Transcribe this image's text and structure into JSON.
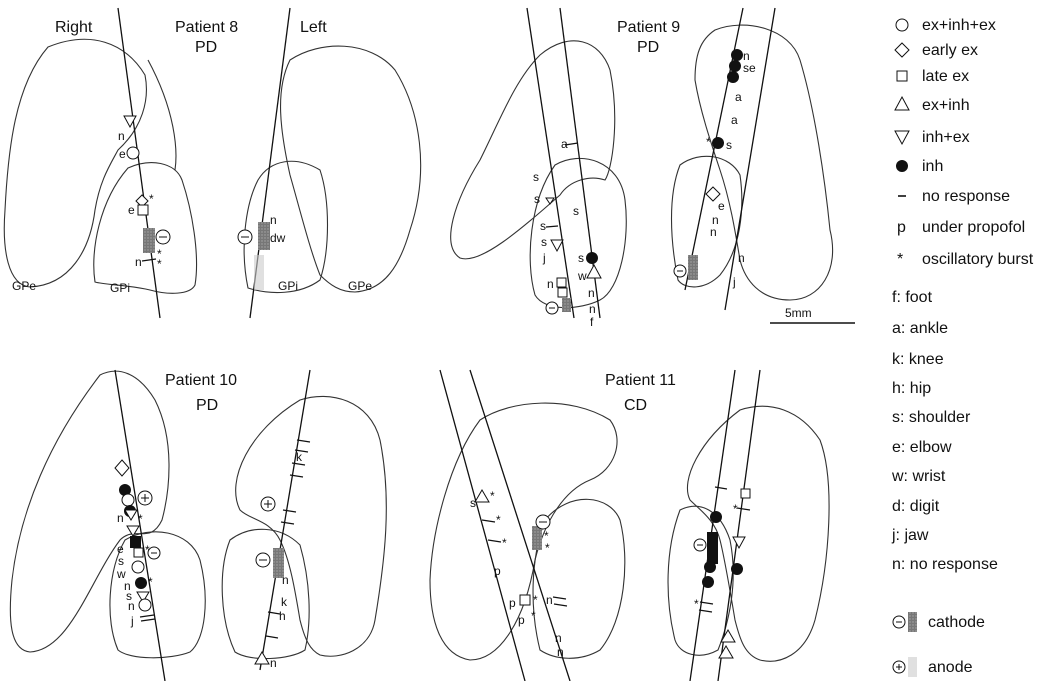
{
  "side_labels": {
    "right": "Right",
    "left": "Left"
  },
  "panels": [
    {
      "title": "Patient 8",
      "diagnosis": "PD"
    },
    {
      "title": "Patient 9",
      "diagnosis": "PD"
    },
    {
      "title": "Patient 10",
      "diagnosis": "PD"
    },
    {
      "title": "Patient 11",
      "diagnosis": "CD"
    }
  ],
  "region_labels": {
    "gpe": "GPe",
    "gpi": "GPi"
  },
  "legend": {
    "responses": [
      {
        "symbol": "circle-open",
        "label": "ex+inh+ex"
      },
      {
        "symbol": "diamond-open",
        "label": "early ex"
      },
      {
        "symbol": "square-open",
        "label": "late ex"
      },
      {
        "symbol": "triangle-up-open",
        "label": "ex+inh"
      },
      {
        "symbol": "triangle-down-open",
        "label": "inh+ex"
      },
      {
        "symbol": "circle-filled",
        "label": "inh"
      },
      {
        "symbol": "dash",
        "label": "no response"
      },
      {
        "symbol": "p",
        "label": "under propofol"
      },
      {
        "symbol": "asterisk",
        "label": "oscillatory burst"
      }
    ],
    "body_parts": [
      "f: foot",
      "a: ankle",
      "k: knee",
      "h: hip",
      "s: shoulder",
      "e: elbow",
      "w: wrist",
      "d: digit",
      "j: jaw",
      "n: no response"
    ],
    "electrodes": [
      {
        "symbol": "cathode",
        "label": "cathode"
      },
      {
        "symbol": "anode",
        "label": "anode"
      }
    ]
  },
  "scale_bar": {
    "label": "5mm"
  }
}
